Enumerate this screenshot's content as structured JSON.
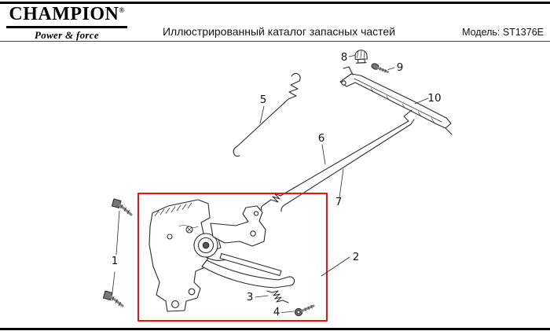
{
  "header": {
    "brand": "CHAMPION",
    "registered": "®",
    "tagline": "Power & force",
    "title": "Иллюстрированный каталог запасных частей",
    "model": "Модель: ST1376E"
  },
  "diagram": {
    "callouts": [
      {
        "num": "1"
      },
      {
        "num": "2"
      },
      {
        "num": "3"
      },
      {
        "num": "4"
      },
      {
        "num": "5"
      },
      {
        "num": "6"
      },
      {
        "num": "7"
      },
      {
        "num": "8"
      },
      {
        "num": "9"
      },
      {
        "num": "10"
      }
    ]
  },
  "colors": {
    "highlight_box": "#ee1212",
    "line_art": "#2b2b2b"
  }
}
